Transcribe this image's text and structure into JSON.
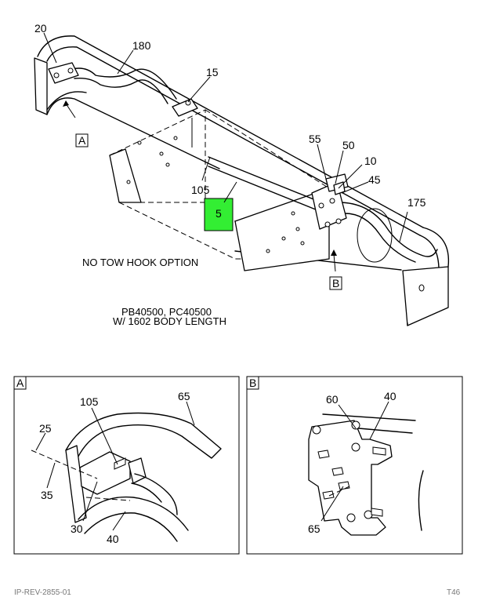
{
  "callouts": {
    "c20": "20",
    "c180": "180",
    "c15": "15",
    "c55": "55",
    "c50": "50",
    "c10": "10",
    "c45": "45",
    "c105": "105",
    "c5": "5",
    "c175": "175"
  },
  "view_refs": {
    "ref_a": "A",
    "ref_b": "B"
  },
  "notes": {
    "option": "NO TOW HOOK OPTION",
    "models": "PB40500, PC40500",
    "body_length": "W/ 1602 BODY LENGTH"
  },
  "detail_a": {
    "label": "A",
    "callouts": {
      "c105": "105",
      "c65": "65",
      "c25": "25",
      "c35": "35",
      "c30": "30",
      "c40": "40"
    }
  },
  "detail_b": {
    "label": "B",
    "callouts": {
      "c60": "60",
      "c40": "40",
      "c65": "65"
    }
  },
  "footer": {
    "left": "IP-REV-2855-01",
    "right": "T46"
  },
  "colors": {
    "highlight": "#33ee33",
    "line": "#000000"
  }
}
